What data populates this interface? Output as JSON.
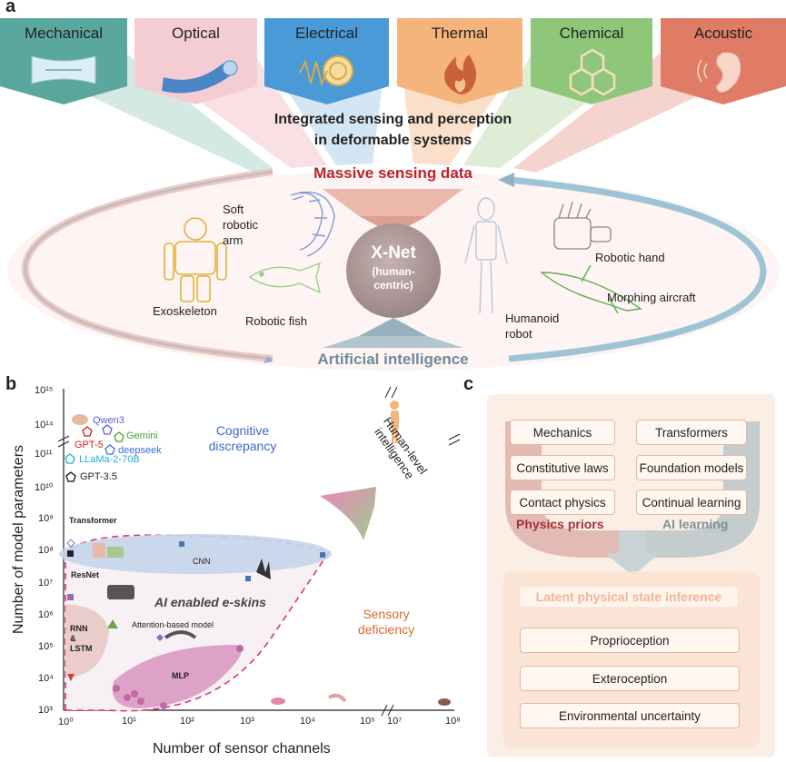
{
  "panel_a": {
    "letter": "a",
    "modalities": [
      {
        "label": "Mechanical",
        "color": "#5aa79e",
        "icon": "mechanical-stretch-icon"
      },
      {
        "label": "Optical",
        "color": "#f3cdd3",
        "icon": "optical-fiber-icon"
      },
      {
        "label": "Electrical",
        "color": "#4a9ad8",
        "icon": "electrical-coil-icon"
      },
      {
        "label": "Thermal",
        "color": "#f5b47b",
        "icon": "flame-icon"
      },
      {
        "label": "Chemical",
        "color": "#8fc77a",
        "icon": "hexagon-molecule-icon"
      },
      {
        "label": "Acoustic",
        "color": "#e07c65",
        "icon": "ear-icon"
      }
    ],
    "integrated_line1": "Integrated sensing and perception",
    "integrated_line2": "in deformable systems",
    "massive": "Massive sensing data",
    "xnet": "X-Net",
    "xnet_sub": "(human-centric)",
    "ai": "Artificial intelligence",
    "systems": {
      "soft_arm": "Soft robotic arm",
      "exoskeleton": "Exoskeleton",
      "fish": "Robotic fish",
      "humanoid": "Humanoid robot",
      "hand": "Robotic hand",
      "aircraft": "Morphing aircraft"
    }
  },
  "panel_b": {
    "letter": "b",
    "xlabel": "Number of sensor channels",
    "ylabel": "Number of model parameters",
    "xticks": [
      "10⁰",
      "10¹",
      "10²",
      "10³",
      "10⁴",
      "10⁵",
      "10⁷",
      "10⁸"
    ],
    "yticks": [
      "10³",
      "10⁴",
      "10⁵",
      "10⁶",
      "10⁷",
      "10⁸",
      "10⁹",
      "10¹⁰",
      "10¹¹",
      "10¹⁴",
      "10¹⁵"
    ],
    "llms": [
      {
        "label": "Qwen3",
        "color": "#5b5ce0"
      },
      {
        "label": "Gemini",
        "color": "#4aa03a"
      },
      {
        "label": "GPT-5",
        "color": "#c81e1e"
      },
      {
        "label": "deepseek",
        "color": "#3c6ee0"
      },
      {
        "label": "LLaMa-2-70B",
        "color": "#1ab0d8"
      },
      {
        "label": "GPT-3.5",
        "color": "#111111"
      }
    ],
    "cognitive": "Cognitive discrepancy",
    "human_level": "Human-level intelligence",
    "transformer": "Transformer",
    "resnet": "ResNet",
    "cnn": "CNN",
    "ai_eskins": "AI enabled e-skins",
    "attention": "Attention-based model",
    "rnn": "RNN & LSTM",
    "mlp": "MLP",
    "sensory": "Sensory deficiency"
  },
  "panel_c": {
    "letter": "c",
    "physics_items": [
      "Mechanics",
      "Constitutive laws",
      "Contact physics"
    ],
    "ai_items": [
      "Transformers",
      "Foundation models",
      "Continual learning"
    ],
    "physics_priors": "Physics priors",
    "ai_learning": "AI learning",
    "latent": "Latent physical state inference",
    "outputs": [
      "Proprioception",
      "Exteroception",
      "Environmental uncertainty"
    ]
  }
}
